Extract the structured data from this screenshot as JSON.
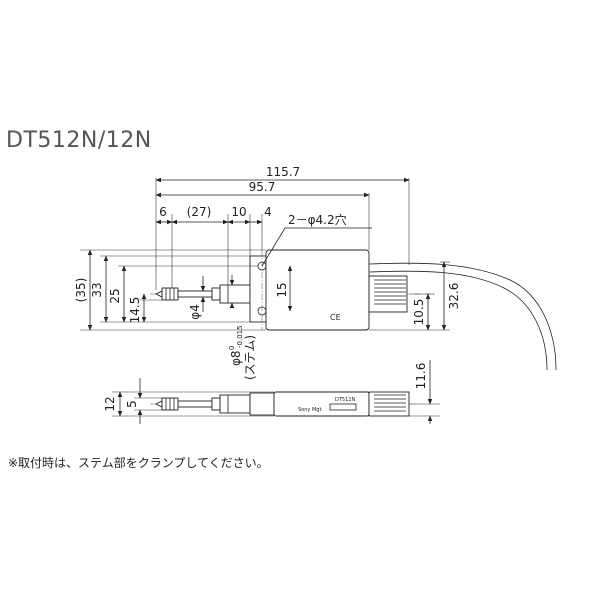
{
  "title": "DT512N/12N",
  "note": "※取付時は、ステム部をクランプしてください。",
  "dims": {
    "overall": "115.7",
    "body_len": "95.7",
    "d6": "6",
    "d27": "(27)",
    "d10": "10",
    "d4": "4",
    "holes": "2－φ4.2穴",
    "h35": "(35)",
    "h33": "33",
    "h25": "25",
    "h14_5": "14.5",
    "phi4": "φ4",
    "h15": "15",
    "h10_5": "10.5",
    "h32_6": "32.6",
    "stem": "φ8",
    "stem_tol_upper": "0",
    "stem_tol_lower": "-0.015",
    "stem_label": "(ステム)",
    "b12": "12",
    "b5": "5",
    "b11_6": "11.6"
  },
  "marks": {
    "ce": "CE",
    "model_plate": "DT512N",
    "brand": "Sony Mgt"
  }
}
